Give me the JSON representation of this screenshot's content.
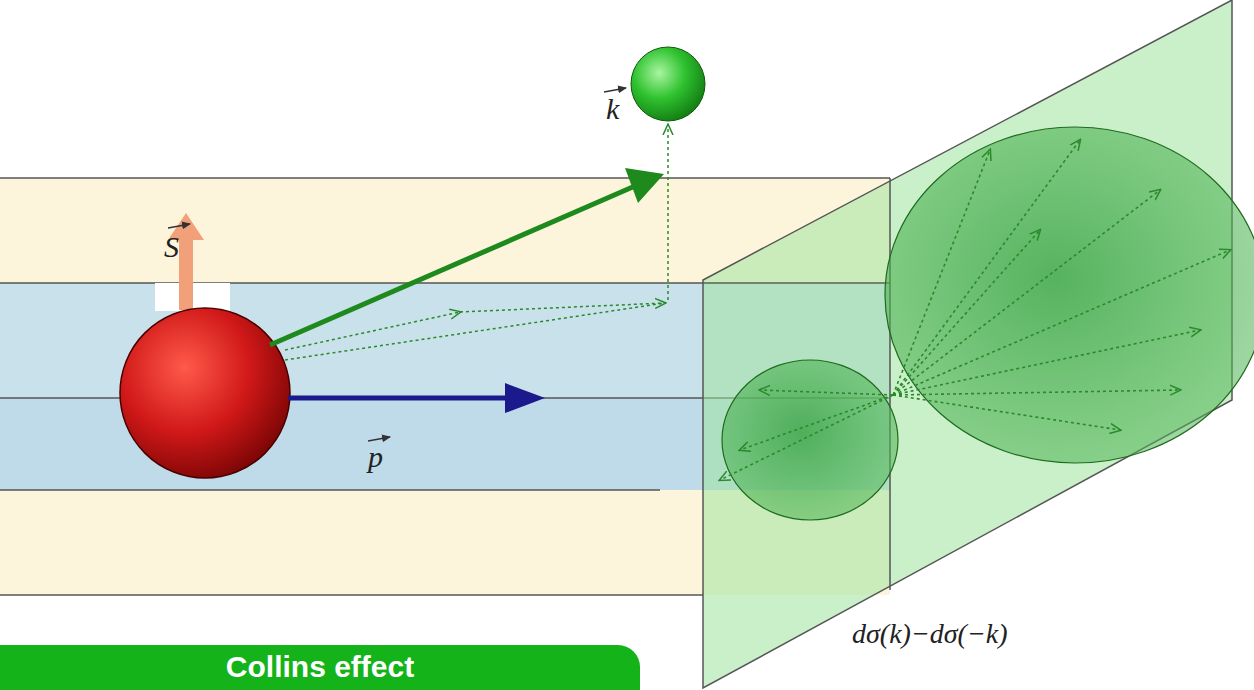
{
  "diagram": {
    "nodes": [
      {
        "text": [
          "Collins effect"
        ]
      }
    ],
    "labels": [
      "S",
      "k",
      "p",
      "dσ(k)−dσ(−k)"
    ]
  }
}
